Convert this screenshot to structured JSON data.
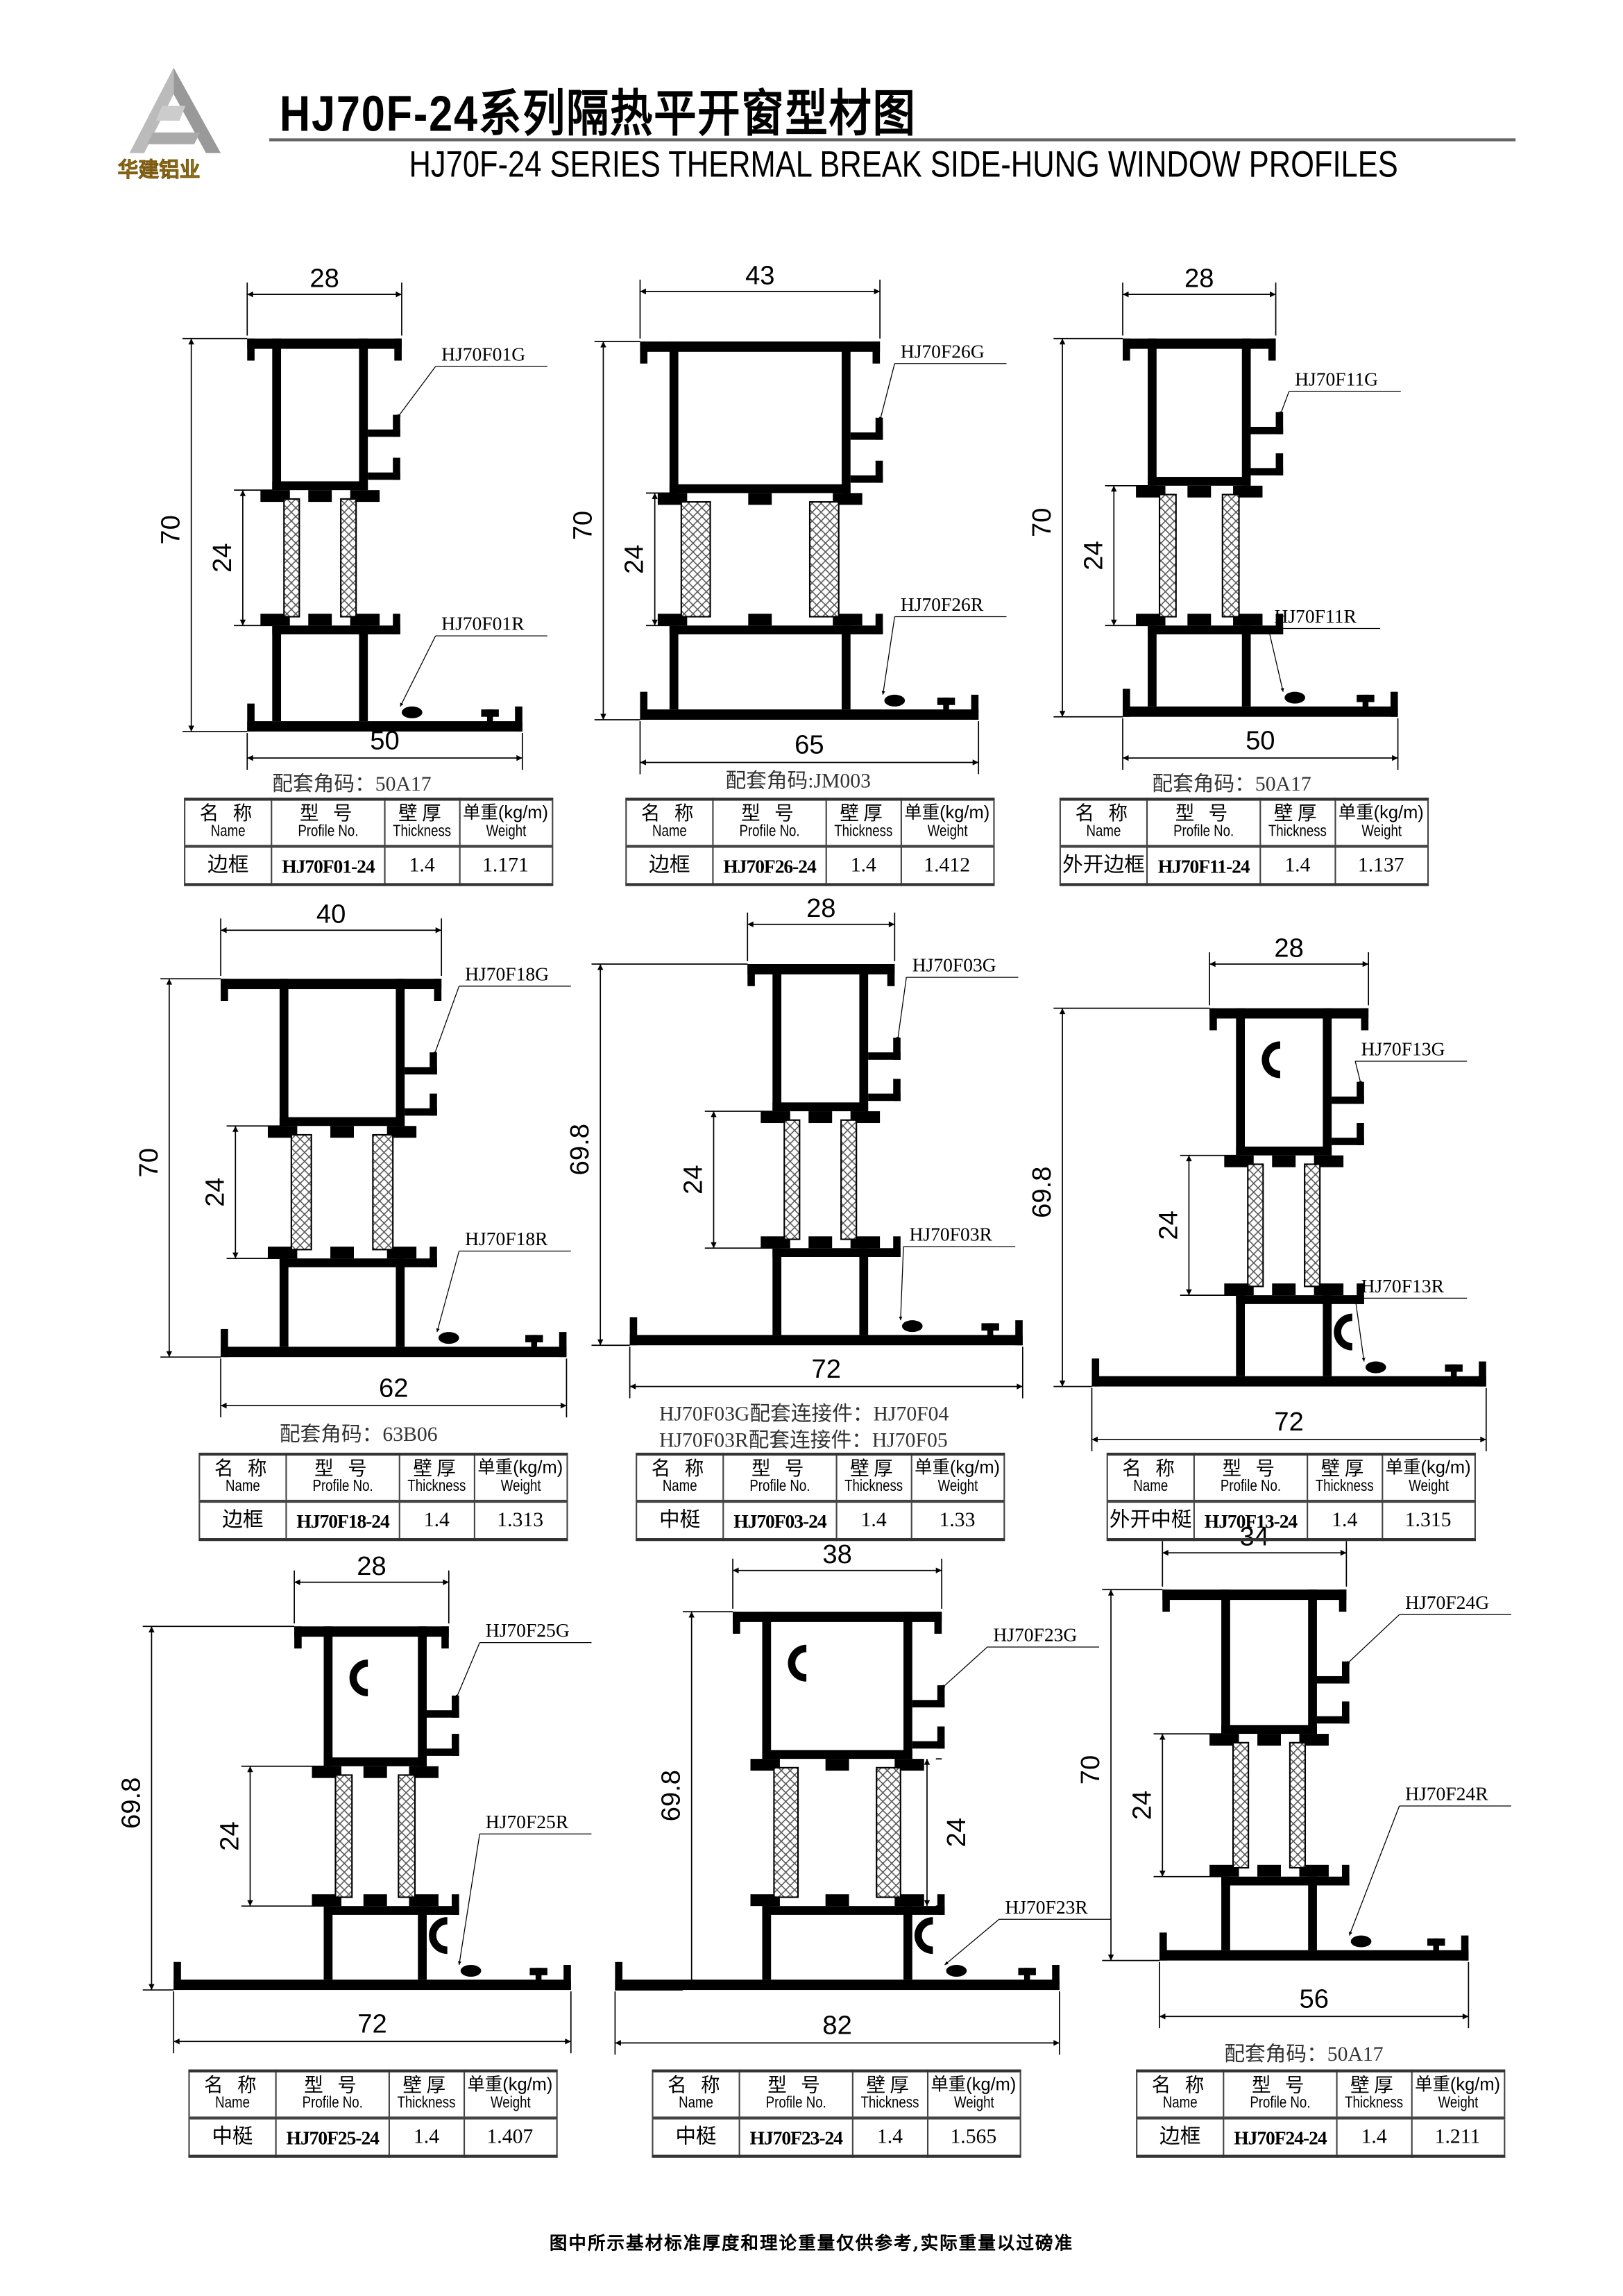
{
  "header": {
    "title_cn": "HJ70F-24系列隔热平开窗型材图",
    "title_en": "HJ70F-24  SERIES  THERMAL BREAK SIDE-HUNG  WINDOW  PROFILES",
    "logo_text": "华建铝业"
  },
  "table_headers": {
    "name_cn": "名 称",
    "name_en": "Name",
    "profile_cn": "型 号",
    "profile_en": "Profile No.",
    "thickness_cn": "壁厚",
    "thickness_en": "Thickness",
    "weight_cn": "单重(kg/m)",
    "weight_en": "Weight"
  },
  "panels": [
    {
      "top_dim": "28",
      "height_dim": "70",
      "gap_dim": "24",
      "bottom_dim": "50",
      "g_label": "HJ70F01G",
      "r_label": "HJ70F01R",
      "captions": [
        "配套角码：50A17"
      ],
      "name": "边框",
      "profile_no": "HJ70F01-24",
      "thickness": "1.4",
      "weight": "1.171"
    },
    {
      "top_dim": "43",
      "height_dim": "70",
      "gap_dim": "24",
      "bottom_dim": "65",
      "g_label": "HJ70F26G",
      "r_label": "HJ70F26R",
      "captions": [
        "配套角码:JM003"
      ],
      "name": "边框",
      "profile_no": "HJ70F26-24",
      "thickness": "1.4",
      "weight": "1.412"
    },
    {
      "top_dim": "28",
      "height_dim": "70",
      "gap_dim": "24",
      "bottom_dim": "50",
      "g_label": "HJ70F11G",
      "r_label": "HJ70F11R",
      "captions": [
        "配套角码：50A17"
      ],
      "name": "外开边框",
      "profile_no": "HJ70F11-24",
      "thickness": "1.4",
      "weight": "1.137"
    },
    {
      "top_dim": "40",
      "height_dim": "70",
      "gap_dim": "24",
      "bottom_dim": "62",
      "g_label": "HJ70F18G",
      "r_label": "HJ70F18R",
      "captions": [
        "配套角码：63B06"
      ],
      "name": "边框",
      "profile_no": "HJ70F18-24",
      "thickness": "1.4",
      "weight": "1.313"
    },
    {
      "top_dim": "28",
      "height_dim": "69.8",
      "gap_dim": "24",
      "bottom_dim": "72",
      "g_label": "HJ70F03G",
      "r_label": "HJ70F03R",
      "captions": [
        "HJ70F03G配套连接件：HJ70F04",
        "HJ70F03R配套连接件：HJ70F05"
      ],
      "name": "中梃",
      "profile_no": "HJ70F03-24",
      "thickness": "1.4",
      "weight": "1.33"
    },
    {
      "top_dim": "28",
      "height_dim": "69.8",
      "gap_dim": "24",
      "bottom_dim": "72",
      "g_label": "HJ70F13G",
      "r_label": "HJ70F13R",
      "captions": [],
      "name": "外开中梃",
      "profile_no": "HJ70F13-24",
      "thickness": "1.4",
      "weight": "1.315"
    },
    {
      "top_dim": "28",
      "height_dim": "69.8",
      "gap_dim": "24",
      "bottom_dim": "72",
      "g_label": "HJ70F25G",
      "r_label": "HJ70F25R",
      "captions": [],
      "name": "中梃",
      "profile_no": "HJ70F25-24",
      "thickness": "1.4",
      "weight": "1.407"
    },
    {
      "top_dim": "38",
      "height_dim": "69.8",
      "gap_dim": "24",
      "bottom_dim": "82",
      "g_label": "HJ70F23G",
      "r_label": "HJ70F23R",
      "captions": [],
      "name": "中梃",
      "profile_no": "HJ70F23-24",
      "thickness": "1.4",
      "weight": "1.565"
    },
    {
      "top_dim": "34",
      "height_dim": "70",
      "gap_dim": "24",
      "bottom_dim": "56",
      "g_label": "HJ70F24G",
      "r_label": "HJ70F24R",
      "captions": [
        "配套角码：50A17"
      ],
      "name": "边框",
      "profile_no": "HJ70F24-24",
      "thickness": "1.4",
      "weight": "1.211"
    }
  ],
  "footer": "图中所示基材标准厚度和理论重量仅供参考,实际重量以过磅准"
}
